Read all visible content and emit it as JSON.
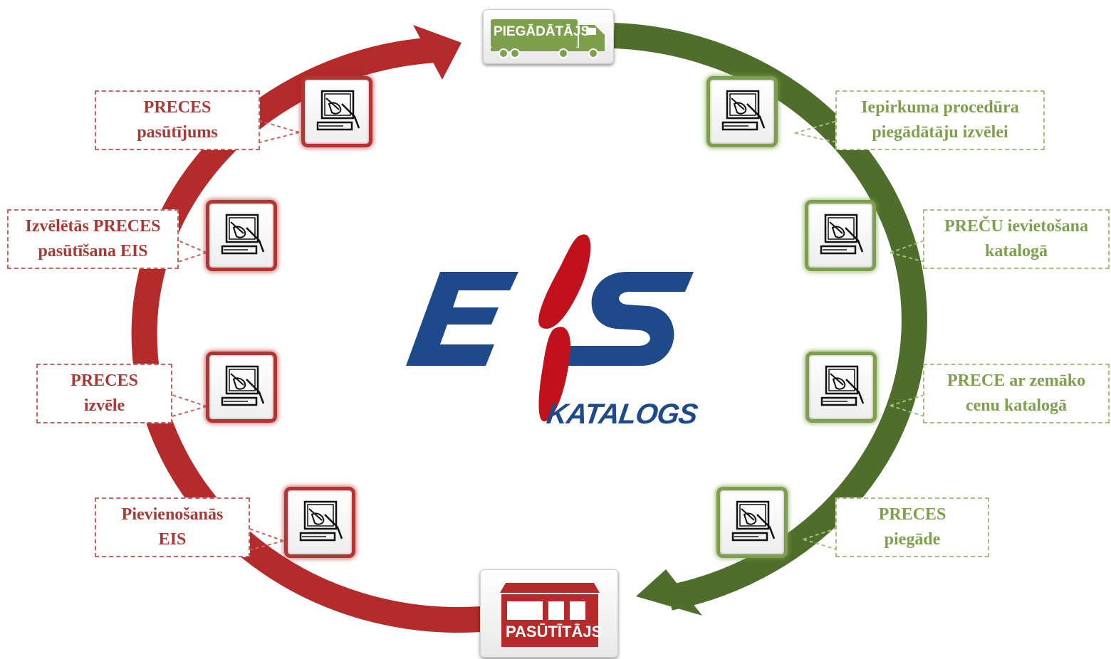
{
  "colors": {
    "red": "#b52a2a",
    "green": "#4f6e2c",
    "logo_blue": "#1e4a8c",
    "logo_red": "#c0111c",
    "callout_red_text": "#a83a36",
    "callout_green_text": "#7ea04c"
  },
  "endpoints": {
    "supplier": {
      "label": "PIEGĀDĀTĀJS",
      "icon": "truck-icon"
    },
    "customer": {
      "label": "PASŪTĪTĀJS",
      "icon": "storefront-icon"
    }
  },
  "logo": {
    "main": "EIS",
    "sub": "KATALOGS"
  },
  "steps": {
    "green": [
      {
        "lines": [
          "Iepirkuma procedūra",
          "piegādātāju izvēlei"
        ],
        "icon": "computer-hand-icon"
      },
      {
        "lines": [
          "PREČU ievietošana",
          "katalogā"
        ],
        "icon": "computer-hand-icon"
      },
      {
        "lines": [
          "PRECE ar zemāko",
          "cenu katalogā"
        ],
        "icon": "computer-hand-icon"
      },
      {
        "lines": [
          "PRECES",
          "piegāde"
        ],
        "icon": "computer-hand-icon"
      }
    ],
    "red": [
      {
        "lines": [
          "Pievienošanās",
          "EIS"
        ],
        "icon": "computer-hand-icon"
      },
      {
        "lines": [
          "PRECES",
          "izvēle"
        ],
        "icon": "computer-hand-icon"
      },
      {
        "lines": [
          "Izvēlētās PRECES",
          "pasūtīšana EIS"
        ],
        "icon": "computer-hand-icon"
      },
      {
        "lines": [
          "PRECES",
          "pasūtījums"
        ],
        "icon": "computer-hand-icon"
      }
    ]
  }
}
